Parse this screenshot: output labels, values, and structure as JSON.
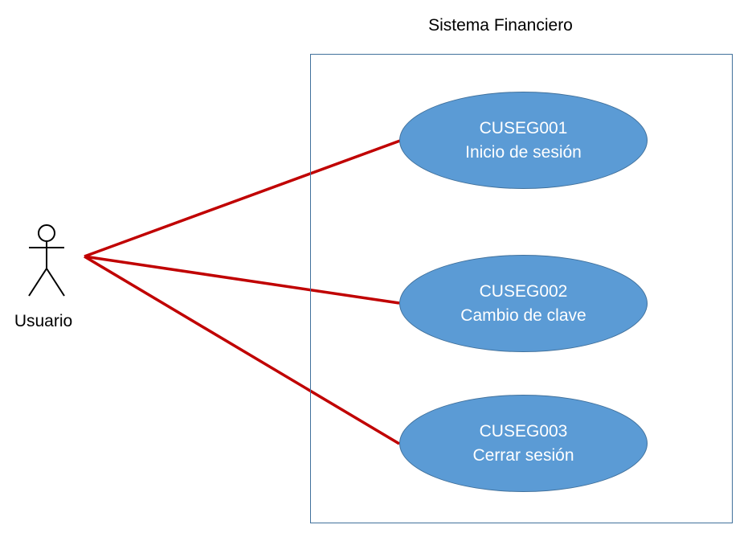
{
  "system": {
    "title": "Sistema Financiero"
  },
  "actor": {
    "label": "Usuario",
    "icon": "stick-figure-actor"
  },
  "use_cases": [
    {
      "code": "CUSEG001",
      "name": "Inicio de sesión"
    },
    {
      "code": "CUSEG002",
      "name": "Cambio de clave"
    },
    {
      "code": "CUSEG003",
      "name": "Cerrar sesión"
    }
  ],
  "colors": {
    "association_line": "#c00000",
    "use_case_fill": "#5b9bd5",
    "use_case_border": "#41719c",
    "boundary_border": "#41719c",
    "use_case_text": "#ffffff"
  }
}
